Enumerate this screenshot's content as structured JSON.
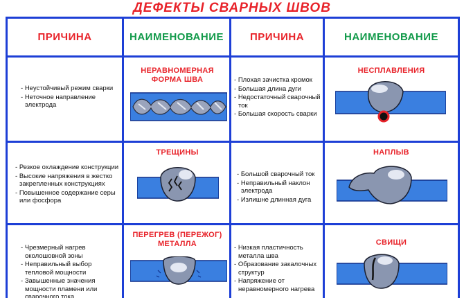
{
  "title": "ДЕФЕКТЫ СВАРНЫХ ШВОВ",
  "headers": {
    "col1": "ПРИЧИНА",
    "col2": "НАИМЕНОВАНИЕ",
    "col3": "ПРИЧИНА",
    "col4": "НАИМЕНОВАНИЕ"
  },
  "rows": [
    {
      "left_causes": [
        "Неустойчивый режим сварки",
        "Неточное направление электрода"
      ],
      "left_name": "НЕРАВНОМЕРНАЯ ФОРМА ШВА",
      "right_causes": [
        "Плохая зачистка кромок",
        "Большая длина дуги",
        "Недостаточный сварочный ток",
        "Большая скорость сварки"
      ],
      "right_name": "НЕСПЛАВЛЕНИЯ"
    },
    {
      "left_causes": [
        "Резкое охлаждение конструкции",
        "Высокие напряжения в жестко закрепленных конструкциях",
        "Повышенное содержание серы или фосфора"
      ],
      "left_name": "ТРЕЩИНЫ",
      "right_causes": [
        "Большой сварочный ток",
        "Неправильный наклон электрода",
        "Излишне длинная дуга"
      ],
      "right_name": "НАПЛЫВ"
    },
    {
      "left_causes": [
        "Чрезмерный нагрев околошовной зоны",
        "Неправильный выбор тепловой мощности",
        "Завышенные значения мощности пламени или сварочного тока"
      ],
      "left_name": "ПЕРЕГРЕВ (ПЕРЕЖОГ) МЕТАЛЛА",
      "right_causes": [
        "Низкая пластичность металла шва",
        "Образование закалочных структур",
        "Напряжение от неравномерного нагрева"
      ],
      "right_name": "СВИЩИ"
    }
  ],
  "colors": {
    "grid": "#1d3fd6",
    "plate": "#3a7fe0",
    "weld": "#8a96b0",
    "title_red": "#e8232a",
    "header_green": "#129a4a"
  }
}
